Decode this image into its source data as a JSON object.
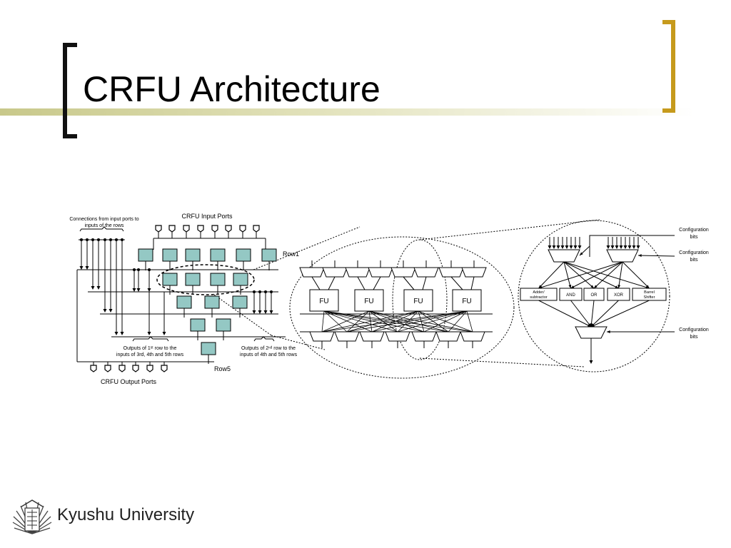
{
  "slide": {
    "title": "CRFU Architecture"
  },
  "footer": {
    "institution": "Kyushu University",
    "logo_icon": "kyushu-university-emblem-icon"
  },
  "colors": {
    "fu_fill": "#94c8c4",
    "bracket_left": "#111111",
    "bracket_right": "#c69a1c",
    "title_bar": "#c8c88a"
  },
  "diagram": {
    "labels": {
      "input_ports": "CRFU Input Ports",
      "output_ports": "CRFU Output Ports",
      "connections_note_line1": "Connections from input ports to",
      "connections_note_line2": "inputs of the rows",
      "row1": "Row1",
      "row5": "Row5",
      "outputs1_line1_prefix": "Outputs of 1",
      "outputs1_line1_sup": "st",
      "outputs1_line1_suffix": " row to the",
      "outputs1_line2": "inputs of 3rd, 4th and 5th rows",
      "outputs2_line1_prefix": "Outputs of 2",
      "outputs2_line1_sup": "nd",
      "outputs2_line1_suffix": " row to the",
      "outputs2_line2": "inputs of 4th and 5th rows"
    },
    "fu_label": "FU",
    "fu_units": [
      "FU",
      "FU",
      "FU",
      "FU"
    ],
    "operation_units": [
      "Adder/ subtractor",
      "AND",
      "OR",
      "XOR",
      "Barrel Shifter"
    ],
    "configuration_bits_label": [
      "Configuration",
      "bits"
    ],
    "row_sizes": [
      6,
      4,
      3,
      2,
      1
    ],
    "input_port_count": 8,
    "output_port_count": 6
  }
}
